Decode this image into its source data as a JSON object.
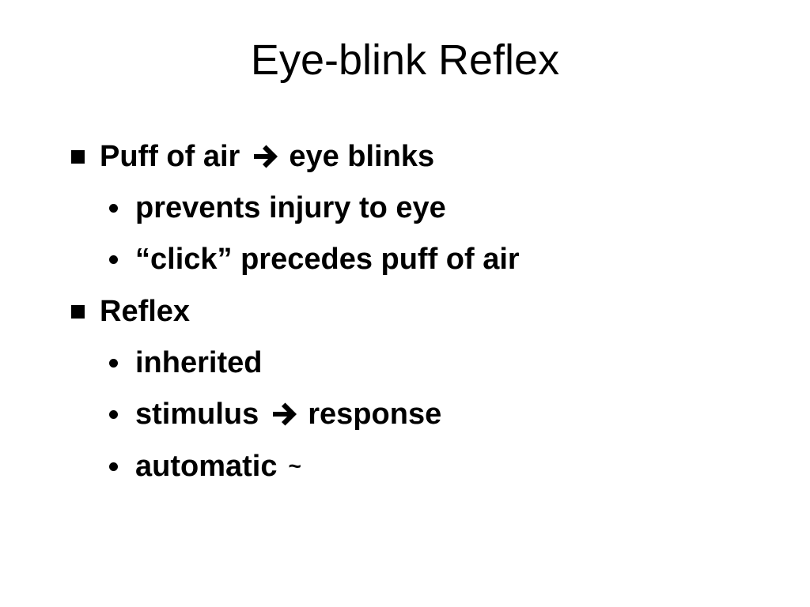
{
  "title": "Eye-blink Reflex",
  "bullets": [
    {
      "level": 1,
      "before": "Puff of air",
      "arrow_icon": "right-arrow-icon",
      "after": "eye blinks"
    },
    {
      "level": 2,
      "text": "prevents injury to eye"
    },
    {
      "level": 2,
      "text": "“click” precedes puff of air"
    },
    {
      "level": 1,
      "text": "Reflex"
    },
    {
      "level": 2,
      "text": "inherited"
    },
    {
      "level": 2,
      "before": "stimulus",
      "arrow_icon": "right-arrow-icon",
      "after": "response"
    },
    {
      "level": 2,
      "text": "automatic",
      "suffix": "~"
    }
  ]
}
